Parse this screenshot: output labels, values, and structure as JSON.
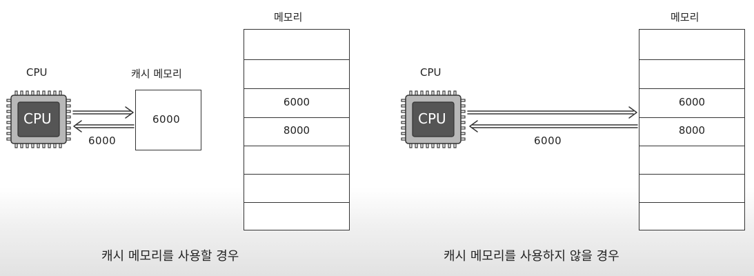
{
  "left": {
    "cpu_label": "CPU",
    "chip_label": "CPU",
    "cache_label": "캐시 메모리",
    "cache_value": "6000",
    "return_value": "6000",
    "memory_label": "메모리",
    "memory_rows": [
      "",
      "",
      "6000",
      "8000",
      "",
      "",
      "",
      ""
    ],
    "caption": "캐시 메모리를 사용할 경우"
  },
  "right": {
    "cpu_label": "CPU",
    "chip_label": "CPU",
    "return_value": "6000",
    "memory_label": "메모리",
    "memory_rows": [
      "",
      "",
      "6000",
      "8000",
      "",
      "",
      "",
      ""
    ],
    "caption": "캐시 메모리를 사용하지 않을 경우"
  },
  "colors": {
    "chip_outer": "#b8b8b8",
    "chip_inner": "#555555",
    "line": "#333333"
  }
}
